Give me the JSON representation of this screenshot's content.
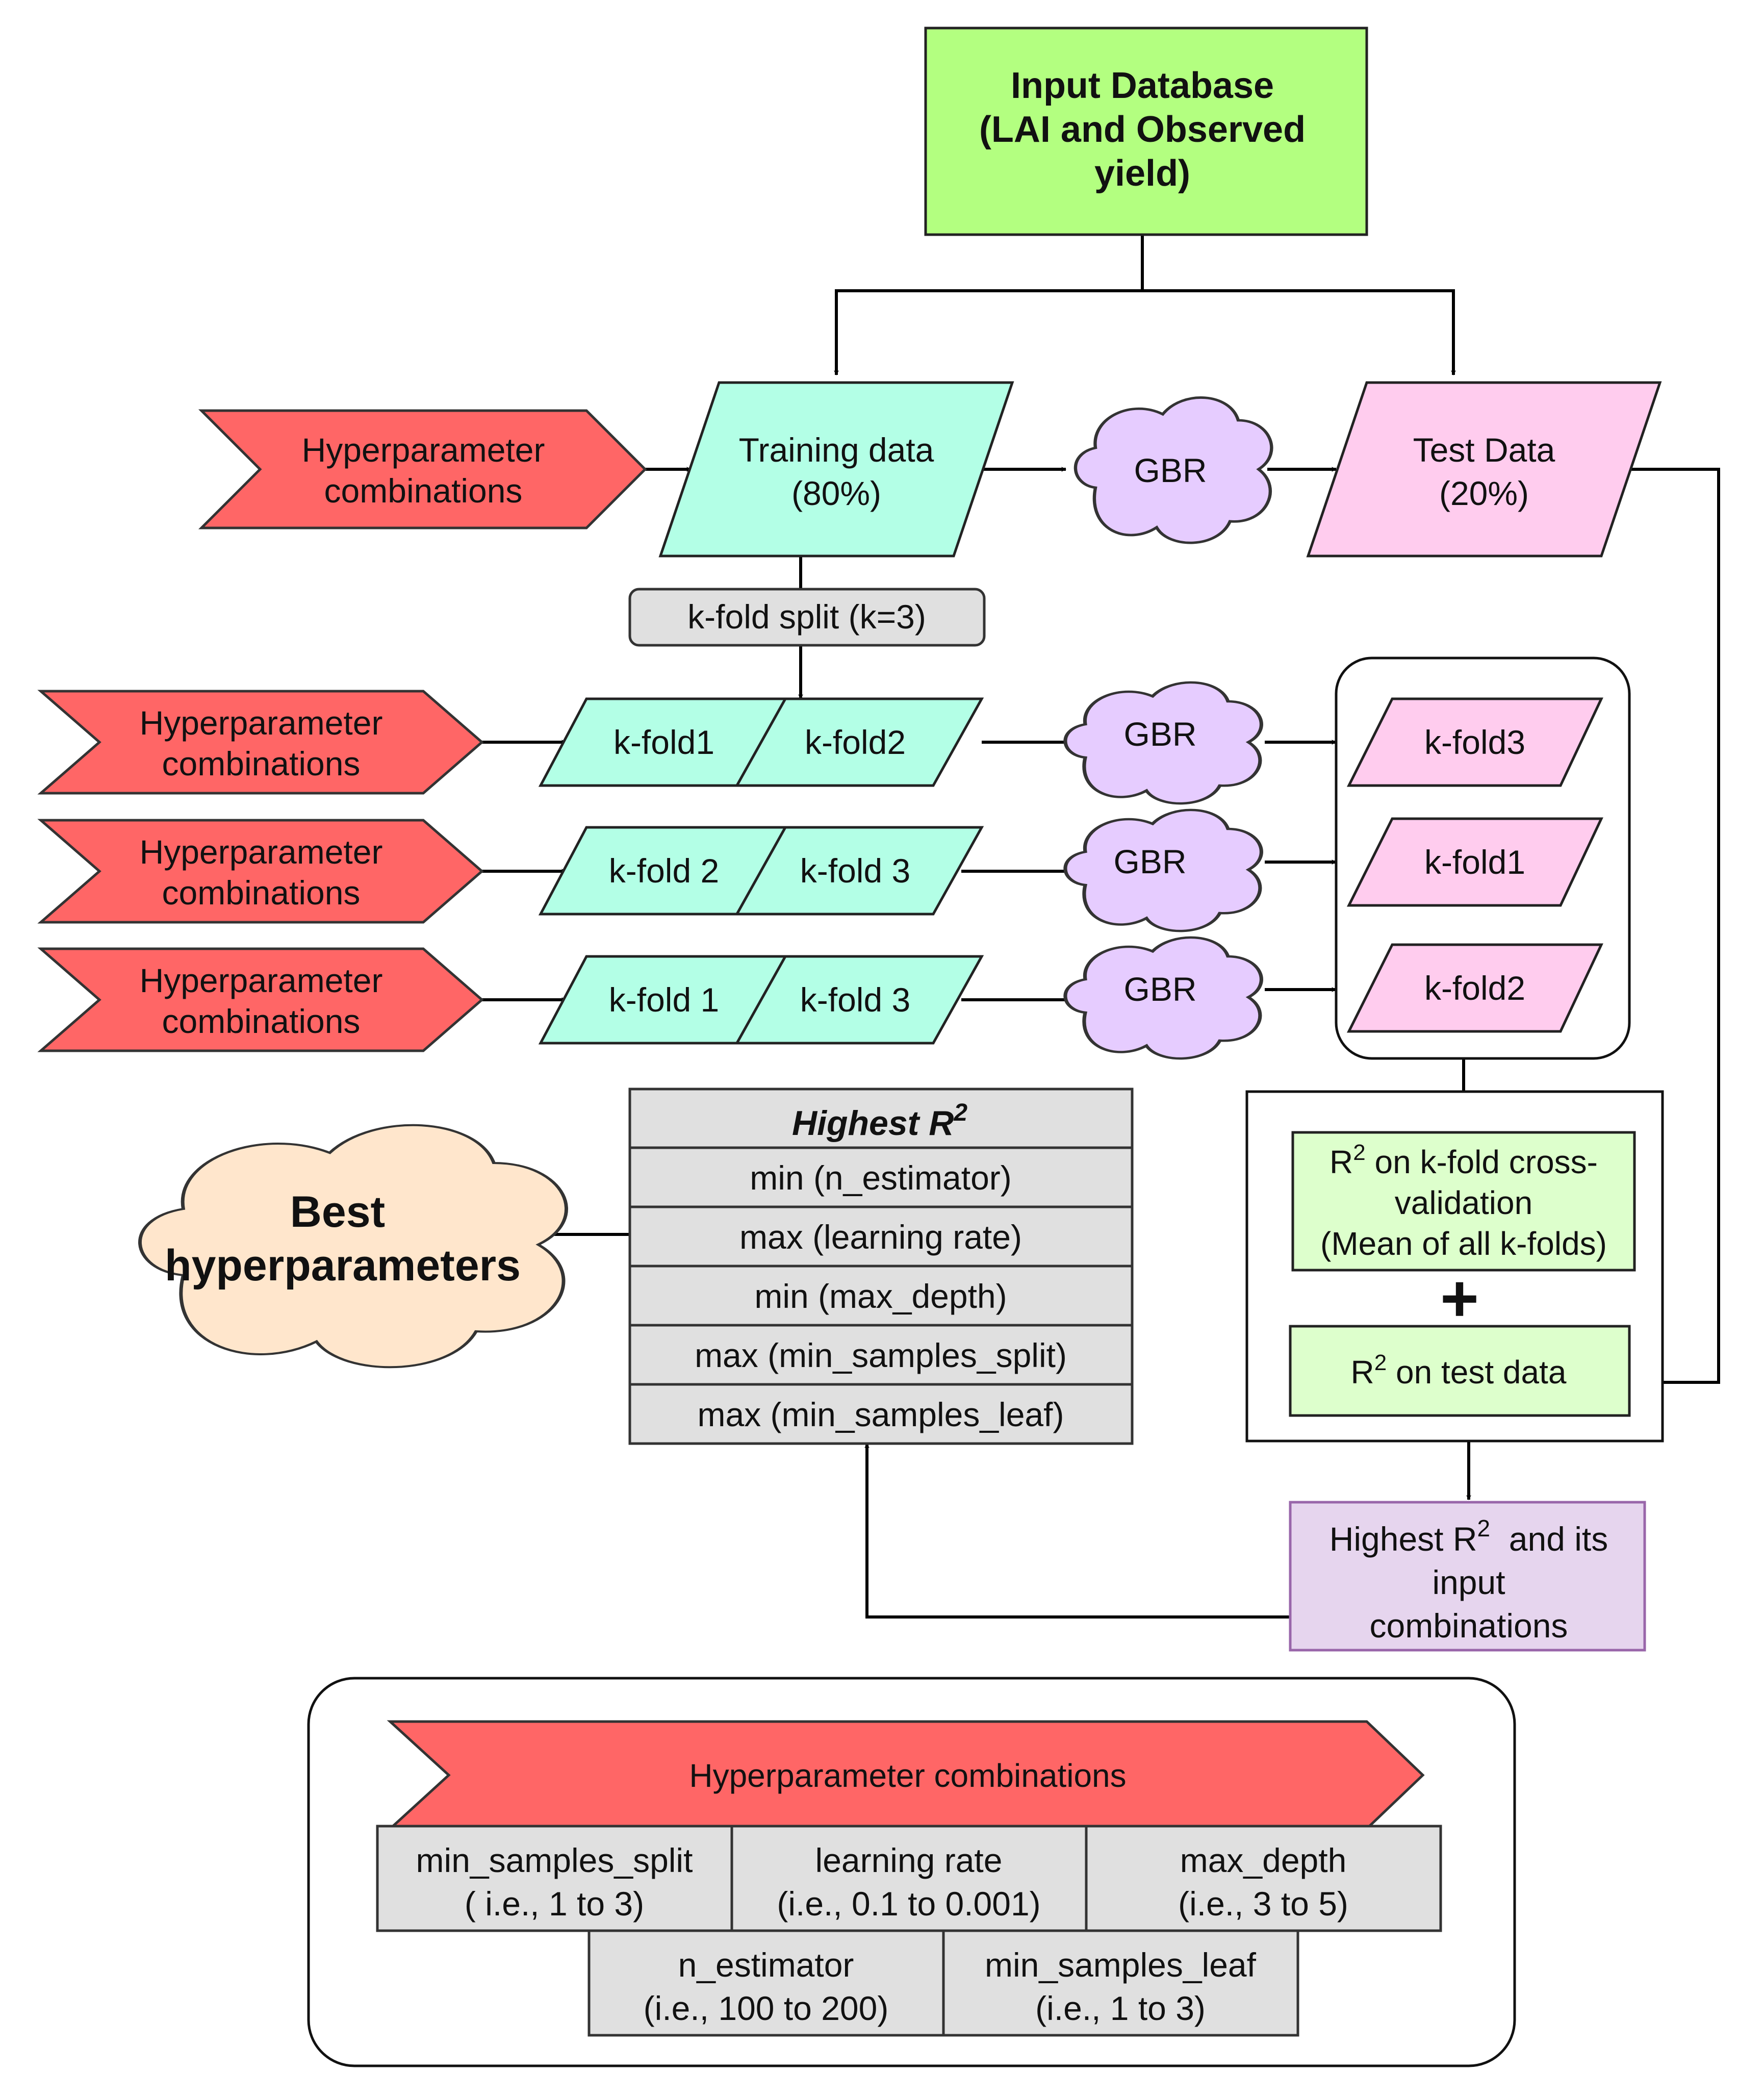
{
  "input_db": {
    "line1": "Input Database",
    "line2": "(LAI and Observed",
    "line3": "yield)"
  },
  "hyper": {
    "line1": "Hyperparameter",
    "line2": "combinations"
  },
  "training": {
    "line1": "Training data",
    "line2": "(80%)"
  },
  "gbr": "GBR",
  "test": {
    "line1": "Test Data",
    "line2": "(20%)"
  },
  "kfold_split": "k-fold split (k=3)",
  "folds": [
    {
      "left": "k-fold1",
      "right": "k-fold2",
      "test": "k-fold3"
    },
    {
      "left": "k-fold 2",
      "right": "k-fold 3",
      "test": "k-fold1"
    },
    {
      "left": "k-fold 1",
      "right": "k-fold 3",
      "test": "k-fold2"
    }
  ],
  "r2_cv": {
    "r": "R",
    "sup": "2",
    "line1": " on k-fold cross-",
    "line2": "validation",
    "line3": "(Mean of all k-folds)"
  },
  "plus": "+",
  "r2_test": {
    "r": "R",
    "sup": "2",
    "rest": " on test data"
  },
  "highest_box": {
    "pre": "Highest R",
    "sup": "2",
    "post": "  and its",
    "line2": "input",
    "line3": "combinations"
  },
  "criteria": {
    "title": "Highest R",
    "title_sup": "2",
    "rows": [
      "min (n_estimator)",
      "max (learning rate)",
      "min (max_depth)",
      "max (min_samples_split)",
      "max (min_samples_leaf)"
    ]
  },
  "best": {
    "line1": "Best",
    "line2": "hyperparameters"
  },
  "legend": {
    "banner": "Hyperparameter combinations",
    "row1": [
      {
        "name": "min_samples_split",
        "range": "( i.e., 1 to 3)"
      },
      {
        "name": "learning rate",
        "range": "(i.e., 0.1 to 0.001)"
      },
      {
        "name": "max_depth",
        "range": "(i.e., 3 to 5)"
      }
    ],
    "row2": [
      {
        "name": "n_estimator",
        "range": "(i.e., 100 to 200)"
      },
      {
        "name": "min_samples_leaf",
        "range": "(i.e., 1 to 3)"
      }
    ]
  },
  "colors": {
    "green": "#b3ff80",
    "teal": "#b3ffe6",
    "pink": "#ffccee",
    "red": "#ff6666",
    "lavender": "#e6ccff",
    "peach": "#ffe6cc",
    "grey": "#e0e0e0",
    "light_green": "#ddffcc",
    "light_purple": "#e6d5ee"
  }
}
